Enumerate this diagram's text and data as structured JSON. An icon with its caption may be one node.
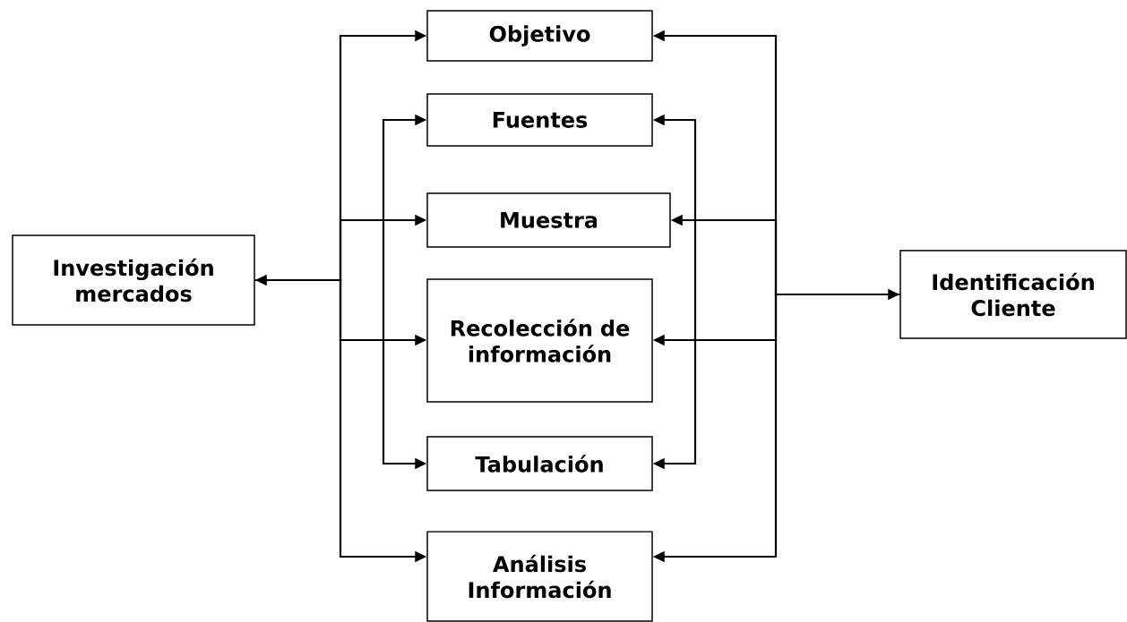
{
  "diagram": {
    "nodes": [
      {
        "text": [
          "Investigación mercados"
        ]
      },
      {
        "text": [
          "Objetivo"
        ]
      },
      {
        "text": [
          "Fuentes"
        ]
      },
      {
        "text": [
          "Muestra"
        ]
      },
      {
        "text": [
          "Recolección de información"
        ]
      },
      {
        "text": [
          "Tabulación"
        ]
      },
      {
        "text": [
          "Análisis Información"
        ]
      },
      {
        "text": [
          "Identificación Cliente"
        ]
      }
    ],
    "edges": [
      {
        "from": 0,
        "to": 1,
        "arrow": "both"
      },
      {
        "from": 0,
        "to": 3,
        "arrow": "to"
      },
      {
        "from": 0,
        "to": 4,
        "arrow": "to"
      },
      {
        "from": 0,
        "to": 6,
        "arrow": "to"
      },
      {
        "from": 2,
        "to": 5,
        "arrow": "both"
      },
      {
        "from": 2,
        "to": 5,
        "arrow": "both"
      },
      {
        "from": 7,
        "to": 1,
        "arrow": "both"
      },
      {
        "from": 7,
        "to": 3,
        "arrow": "to"
      },
      {
        "from": 7,
        "to": 4,
        "arrow": "to"
      },
      {
        "from": 7,
        "to": 6,
        "arrow": "to"
      }
    ]
  }
}
